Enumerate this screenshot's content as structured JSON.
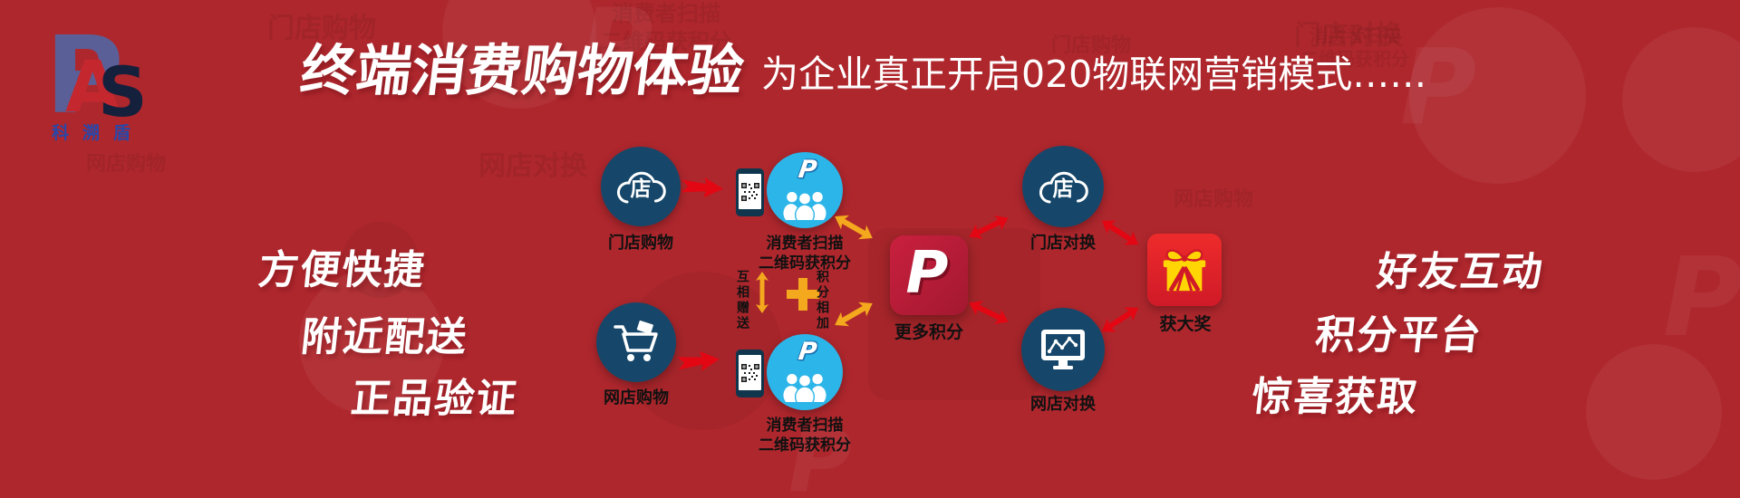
{
  "brand": {
    "letter_p": "P",
    "letter_a": "A",
    "letter_s": "S",
    "caption": "科溯盾"
  },
  "header": {
    "title": "终端消费购物体验",
    "subtitle": "为企业真正开启020物联网营销模式……"
  },
  "left_features": [
    "方便快捷",
    "附近配送",
    "正品验证"
  ],
  "right_features": [
    "好友互动",
    "积分平台",
    "惊喜获取"
  ],
  "flow": {
    "store_char": "店",
    "people_logo": "P",
    "store_shopping": {
      "label": "门店购物"
    },
    "online_shopping": {
      "label": "网店购物"
    },
    "scan": {
      "line1": "消费者扫描",
      "line2": "二维码获积分"
    },
    "mutual_gift": "互相赠送",
    "points_add": "积分相加",
    "more_points": {
      "logo": "P",
      "label": "更多积分"
    },
    "store_exchange": {
      "label": "门店对换"
    },
    "online_exchange": {
      "label": "网店对换"
    },
    "big_prize": {
      "label": "获大奖"
    }
  },
  "colors": {
    "background": "#AE272D",
    "node_navy": "#16476A",
    "node_cyan": "#2CB5E8",
    "arrow_red": "#E30613",
    "arrow_yellow": "#F4A81D",
    "tile_red": "#C9203E",
    "gift_yellow": "#FFD503",
    "label_black": "#111111",
    "text_white": "#FFFFFF",
    "logo_purple": "#5A5F97",
    "logo_red": "#C4282E",
    "logo_dark": "#15203C",
    "logo_caption_blue": "#2947A8"
  }
}
